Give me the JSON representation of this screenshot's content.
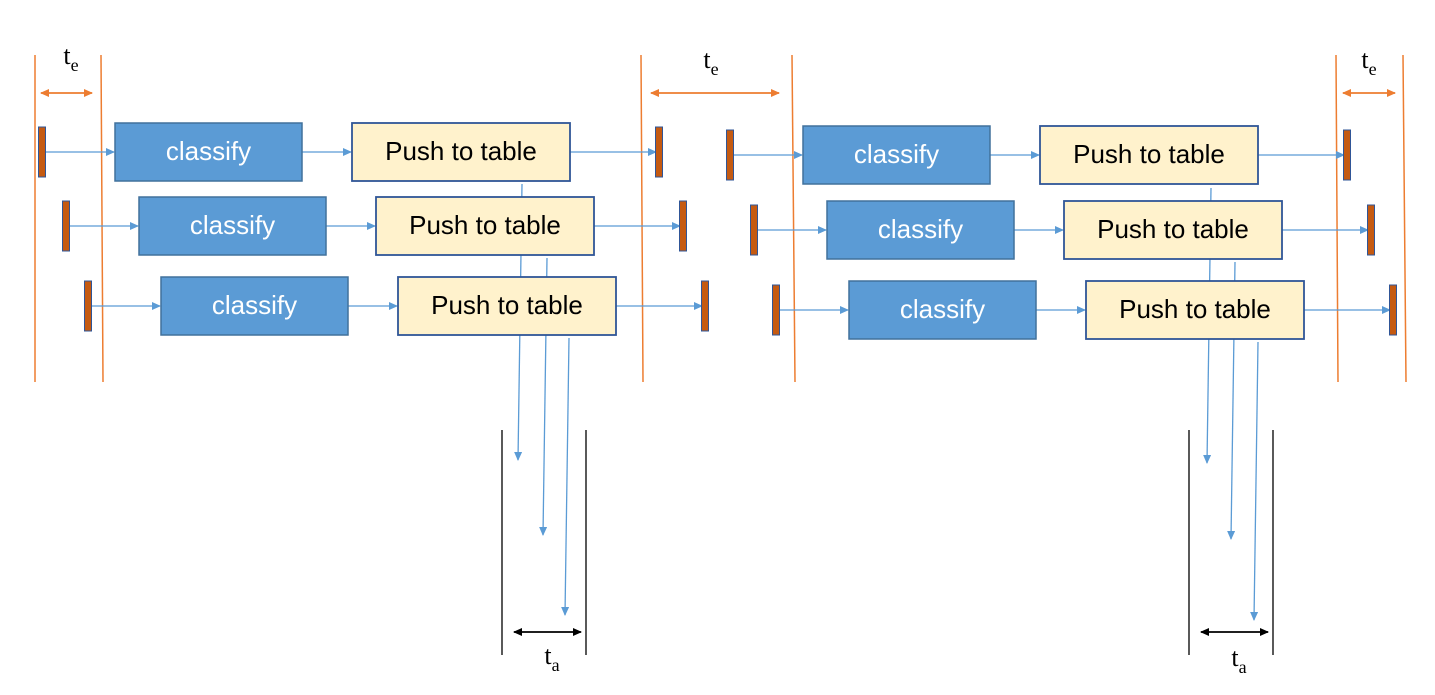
{
  "labels": {
    "classify": "classify",
    "push": "Push to table",
    "t_epoch_base": "t",
    "t_epoch_sub": "e",
    "t_agg_base": "t",
    "t_agg_sub": "a"
  },
  "colors": {
    "classify_fill": "#5b9bd5",
    "classify_stroke": "#41719c",
    "classify_text": "#ffffff",
    "push_fill": "#fff2cc",
    "push_stroke": "#2f5597",
    "push_text": "#000000",
    "marker_fill": "#c55a11",
    "marker_stroke": "#2f5597",
    "flow_arrow": "#5b9bd5",
    "boundary_line": "#ed7d31",
    "epoch_arrow": "#ed7d31",
    "agg_line": "#000000",
    "agg_arrow": "#000000"
  },
  "structure": {
    "groups": 2,
    "rows_per_group": 3,
    "epoch_intervals": 3,
    "aggregation_intervals": 2
  }
}
